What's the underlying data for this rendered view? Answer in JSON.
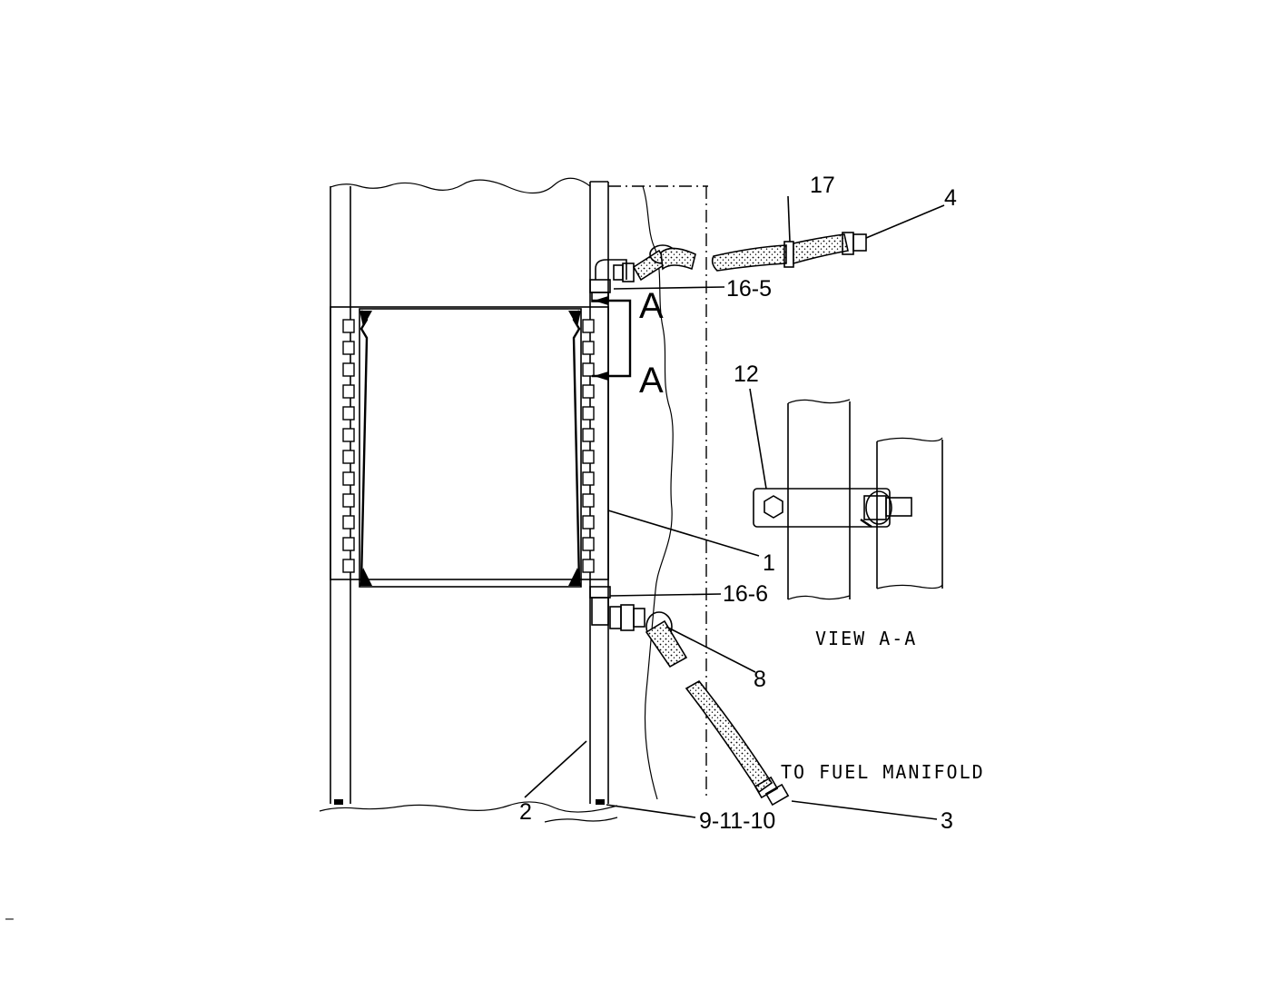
{
  "diagram": {
    "callouts": {
      "c17": "17",
      "c4": "4",
      "c16_5": "16-5",
      "c12": "12",
      "c1": "1",
      "c16_6": "16-6",
      "c8": "8",
      "c2": "2",
      "c9_11_10": "9-11-10",
      "c3": "3"
    },
    "section_marker_top": "A",
    "section_marker_bottom": "A",
    "view_label": "VIEW A-A",
    "note_label": "TO FUEL MANIFOLD",
    "corner_mark": "–"
  }
}
